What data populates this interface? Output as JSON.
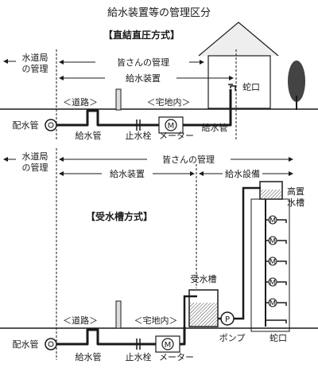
{
  "title": "給水装置等の管理区分",
  "direct": {
    "heading": "【直結直圧方式】",
    "waterworks_line1": "水道局",
    "waterworks_line2": "の管理",
    "everyone_mgmt": "皆さんの管理",
    "supply_device": "給水装置",
    "faucet": "蛇口",
    "road": "＜道路＞",
    "premises": "＜宅地内＞",
    "distribution_pipe": "配水管",
    "supply_pipe_left": "給水管",
    "stop_valve": "止水栓",
    "meter": "メーター",
    "supply_pipe_right": "給水管",
    "meter_symbol": "M"
  },
  "tank": {
    "waterworks_line1": "水道局",
    "waterworks_line2": "の管理",
    "everyone_mgmt": "皆さんの管理",
    "supply_device": "給水装置",
    "supply_equipment": "給水設備",
    "elevated_line1": "高置",
    "elevated_line2": "水槽",
    "heading": "【受水槽方式】",
    "receiving_tank": "受水槽",
    "road": "＜道路＞",
    "premises": "＜宅地内＞",
    "pump": "ポンプ",
    "faucet": "蛇口",
    "distribution_pipe": "配水管",
    "supply_pipe": "給水管",
    "stop_valve": "止水栓",
    "meter": "メーター",
    "meter_symbol": "M",
    "pump_symbol": "P"
  }
}
